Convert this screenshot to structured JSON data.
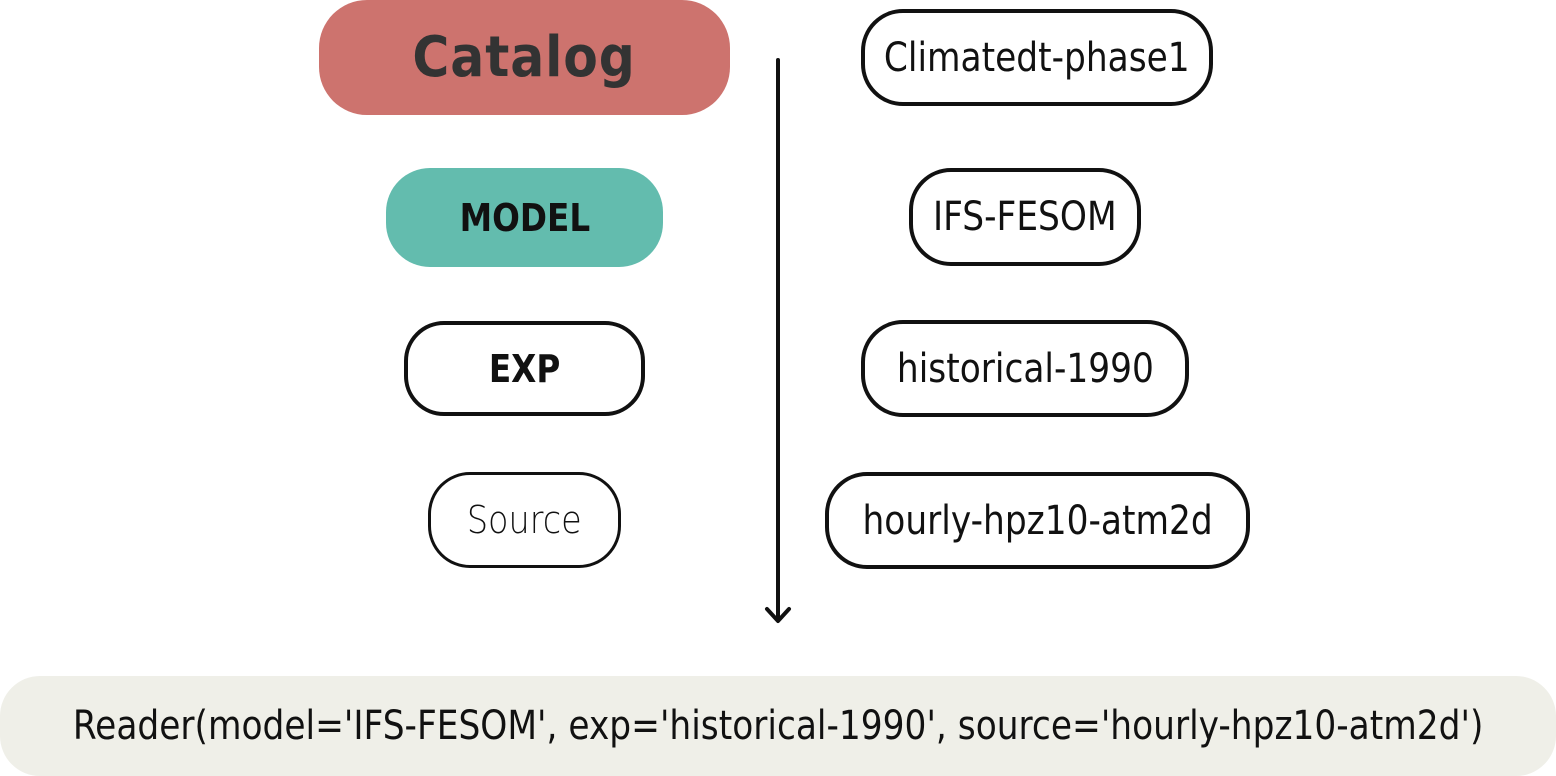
{
  "hierarchy": {
    "catalog_label": "Catalog",
    "model_label": "MODEL",
    "exp_label": "EXP",
    "source_label": "Source"
  },
  "values": {
    "catalog": "Climatedt-phase1",
    "model": "IFS-FESOM",
    "exp": "historical-1990",
    "source": "hourly-hpz10-atm2d"
  },
  "reader_call": "Reader(model='IFS-FESOM', exp='historical-1990', source='hourly-hpz10-atm2d')",
  "colors": {
    "catalog_fill": "#cd736e",
    "model_fill": "#63bcae",
    "reader_fill": "#efefe8"
  }
}
